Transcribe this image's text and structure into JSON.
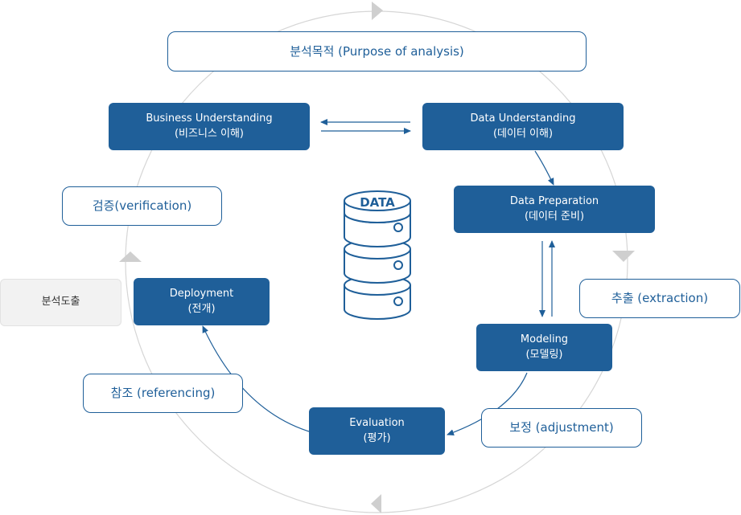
{
  "purpose": "분석목적 (Purpose of analysis)",
  "business_understanding": {
    "title": "Business Understanding",
    "subtitle": "(비즈니스 이해)"
  },
  "data_understanding": {
    "title": "Data Understanding",
    "subtitle": "(데이터 이해)"
  },
  "data_preparation": {
    "title": "Data Preparation",
    "subtitle": "(데이터 준비)"
  },
  "modeling": {
    "title": "Modeling",
    "subtitle": "(모델링)"
  },
  "evaluation": {
    "title": "Evaluation",
    "subtitle": "(평가)"
  },
  "deployment": {
    "title": "Deployment",
    "subtitle": "(전개)"
  },
  "verification": "검증(verification)",
  "extraction": "추출 (extraction)",
  "adjustment": "보정 (adjustment)",
  "referencing": "참조 (referencing)",
  "analysis_derivation": "분석도출",
  "data_label": "DATA",
  "colors": {
    "primary": "#1f5f99",
    "circle": "#d6d6d6",
    "grey_box": "#f2f2f2"
  }
}
